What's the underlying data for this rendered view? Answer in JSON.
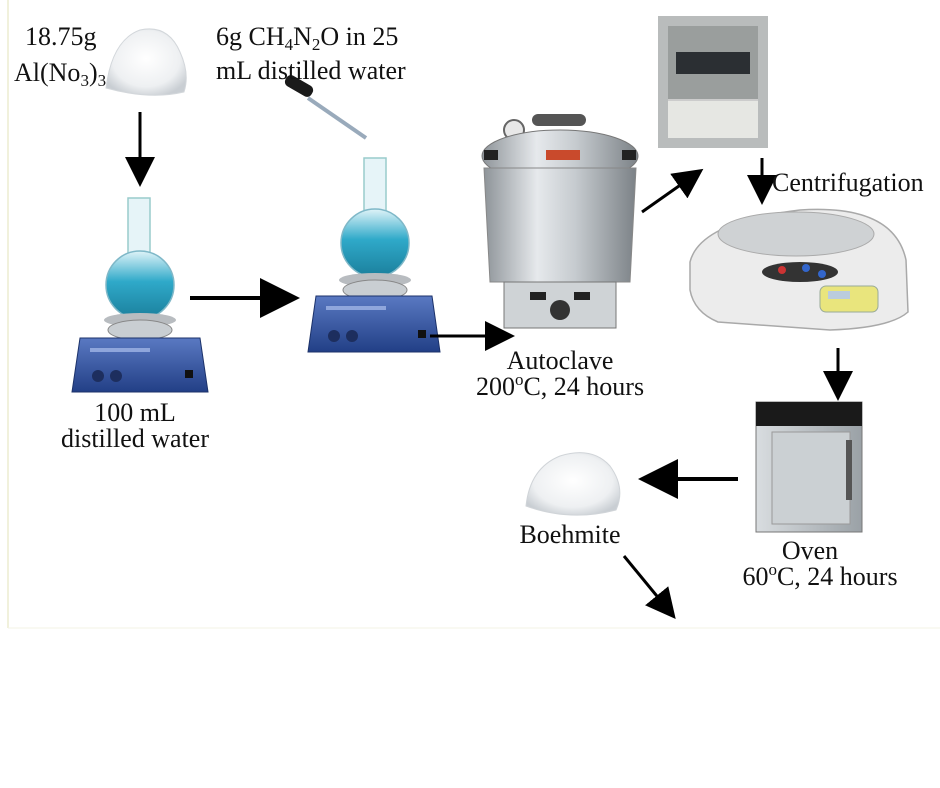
{
  "labels": {
    "al_mass": "18.75g",
    "al_formula_main": "Al(No",
    "al_sub1": "3",
    "al_close": ")",
    "al_sub2": "3",
    "urea_prefix": "6g CH",
    "urea_sub1": "4",
    "urea_n": "N",
    "urea_sub2": "2",
    "urea_suffix": "O in 25",
    "urea_line2": "mL distilled water",
    "water_line1": "100 mL",
    "water_line2": "distilled water",
    "autoclave_name": "Autoclave",
    "autoclave_temp": "200",
    "autoclave_deg": "o",
    "autoclave_cond": "C, 24 hours",
    "centrifugation": "Centrifugation",
    "oven_name": "Oven",
    "oven_temp": "60",
    "oven_deg": "o",
    "oven_cond": "C, 24 hours",
    "product": "Boehmite"
  },
  "colors": {
    "liquid_blue": "#2fa9c9",
    "stirrer_blue": "#2f4f9a",
    "steel": "#bfc4c8",
    "arrow": "#000000"
  }
}
